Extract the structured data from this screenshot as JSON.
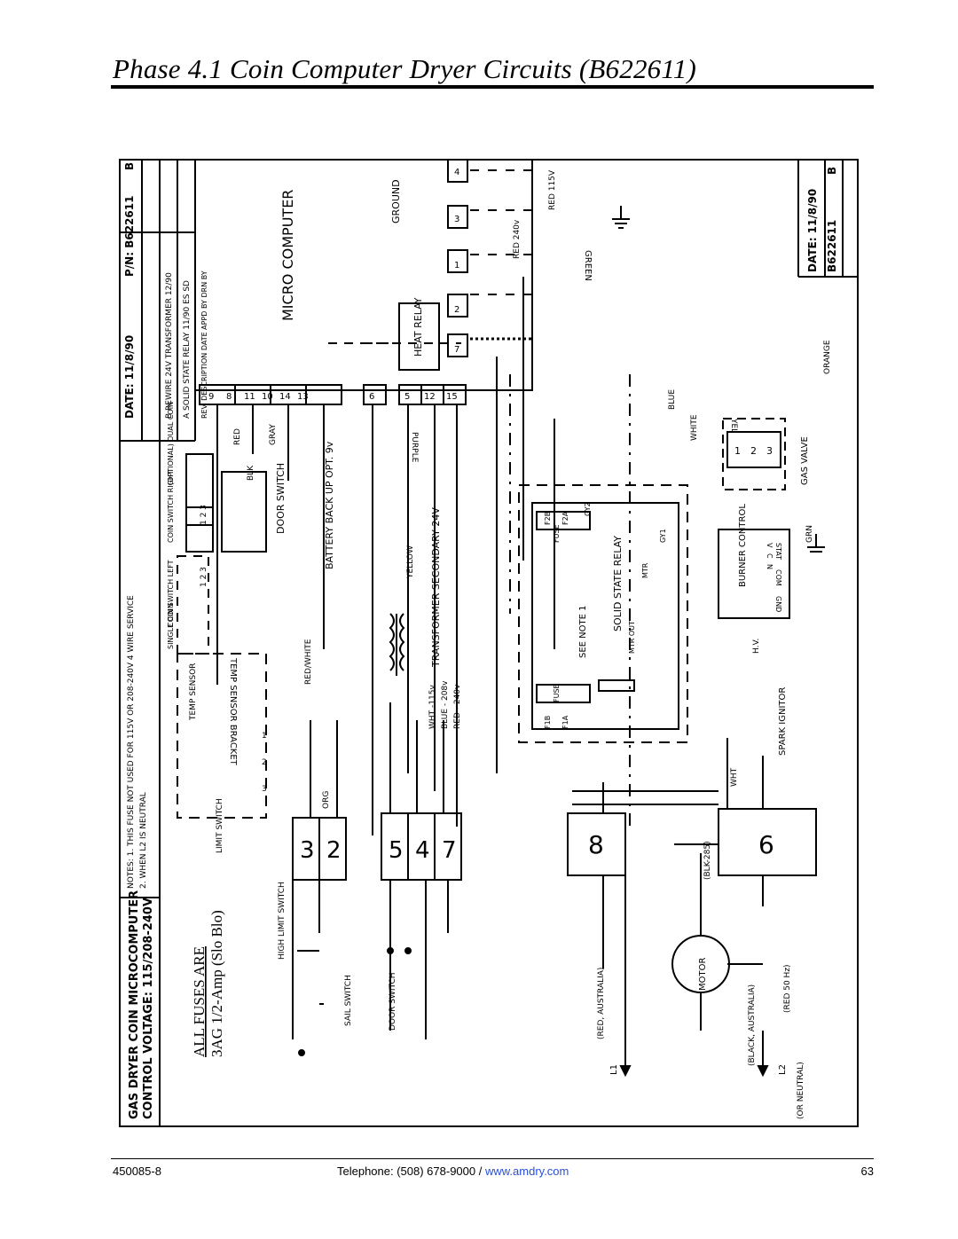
{
  "page": {
    "title": "Phase 4.1 Coin Computer Dryer Circuits (B622611)",
    "footer": {
      "doc_number": "450085-8",
      "telephone_label": "Telephone: (508) 678-9000 /",
      "website": "www.amdry.com",
      "page_number": "63"
    }
  },
  "schematic": {
    "header_left": [
      "GAS DRYER COIN MICROCOMPUTER",
      "CONTROL VOLTAGE: 115/208-240V"
    ],
    "fuses_note": [
      "ALL FUSES ARE",
      "3AG 1/2-Amp (Slo Blo)"
    ],
    "notes": [
      "NOTES: 1. THIS FUSE NOT USED FOR 115V OR 208-240V 4 WIRE SERVICE",
      "2. WHEN L2 IS NEUTRAL"
    ],
    "title_block": {
      "date": "DATE: 11/8/90",
      "part_number": "P/N: B622611",
      "rev_a": "A  SOLID STATE RELAY  11/90  ES  SD",
      "rev_b": "B  REWIRE 24V TRANSFORMER  12/90",
      "columns": "REV.  DESCRIPTION  DATE  APPD BY  DRN BY",
      "corner_rev": "B"
    },
    "title_block_2": {
      "date": "DATE: 11/8/90",
      "part": "B622611",
      "rev": "B"
    },
    "components": {
      "micro_computer": "MICRO COMPUTER",
      "heat_relay": "HEAT RELAY",
      "ground": "GROUND",
      "green": "GREEN",
      "transformer": "TRANSFORMER SECONDARY 24V",
      "battery": "BATTERY BACK UP OPT. 9v",
      "door_switch": "DOOR SWITCH",
      "coin_switch_left": "COIN SWITCH LEFT",
      "coin_switch_right": "COIN SWITCH RIGHT",
      "optional_dual_coin": "(OPTIONAL) DUAL COIN",
      "single_coin": "SINGLE COIN",
      "temp_sensor_bracket": "TEMP SENSOR BRACKET",
      "temp_sensor": "TEMP SENSOR",
      "solid_state_relay": "SOLID STATE RELAY",
      "see_note": "SEE NOTE 1",
      "burner_control": "BURNER CONTROL",
      "gas_valve": "GAS VALVE",
      "spark_ignitor": "SPARK IGNITOR",
      "motor": "MOTOR",
      "limit_switch": "LIMIT SWITCH",
      "high_limit_switch": "HIGH LIMIT SWITCH",
      "sail_switch": "SAIL SWITCH",
      "door_switch_2": "DOOR SWITCH",
      "hv": "H.V."
    },
    "wire_colors": {
      "red": "RED",
      "blk": "BLK",
      "black": "BLACK",
      "gray": "GRAY",
      "yellow": "YELLOW",
      "purple": "PURPLE",
      "blue": "BLUE",
      "white": "WHITE",
      "orange": "ORANGE",
      "wht": "WHT",
      "org": "ORG",
      "grn": "GRN",
      "red_white": "RED/WHITE",
      "yel": "YEL",
      "blk_285": "(BLK-285)",
      "red_115": "RED 115V",
      "red_240": "RED 240v",
      "xfmr_taps": [
        "WHT -115v",
        "BLUE - 208v",
        "RED - 240v"
      ]
    },
    "line_labels": {
      "l1": "L1",
      "l2": "L2",
      "or_neutral": "(OR NEUTRAL)",
      "red_australia": "(RED, AUSTRALIA)",
      "black_australia": "(BLACK, AUSTRALIA)",
      "red_50hz": "(RED 50 Hz)"
    },
    "terminal_blocks": {
      "block_a": [
        "3",
        "2"
      ],
      "block_b": [
        "5",
        "4",
        "7"
      ],
      "block_c": "8",
      "block_d": "6"
    },
    "micro_terminals": [
      "9",
      "8",
      "11",
      "10",
      "14",
      "13",
      "6",
      "5",
      "12",
      "15",
      "7",
      "2",
      "1",
      "3",
      "4"
    ],
    "fuse_labels": [
      "F1B",
      "F1A",
      "F2B",
      "F2A",
      "FUSE",
      "FUSE",
      "GY1",
      "GY2",
      "MTR OUT",
      "MTR"
    ],
    "gas_valve_terminals": [
      "1",
      "2",
      "3"
    ],
    "burner_terminals": [
      "V",
      "C",
      "N",
      "STAT",
      "COM",
      "GND"
    ],
    "coin_switch_terminals": [
      "1 2 3",
      "1 2 3"
    ],
    "temp_sensor_pins": [
      "1",
      "2",
      "3"
    ]
  }
}
